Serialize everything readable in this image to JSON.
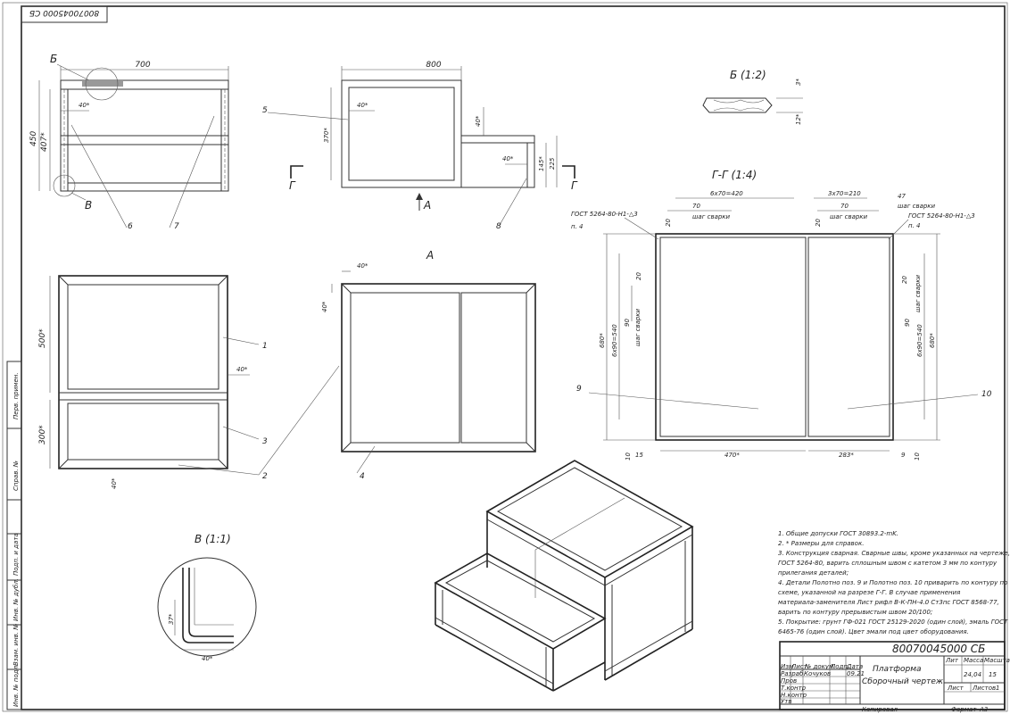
{
  "stamp_top": "80070045000 СБ",
  "views": {
    "front_dim": "700",
    "side_dim": "800",
    "detail_b_title": "Б (1:2)",
    "section_gg_title": "Г-Г (1:4)",
    "view_a_title": "А",
    "detail_v_title": "В (1:1)",
    "label_b": "Б",
    "label_v": "В",
    "label_a": "А",
    "label_g": "Г"
  },
  "dims": {
    "d450": "450",
    "d407": "407*",
    "d40": "40*",
    "d370": "370*",
    "d145": "145*",
    "d225": "225",
    "d500": "500*",
    "d300": "300*",
    "d6x70": "6х70=420",
    "d3x70": "3х70=210",
    "d70": "70",
    "weld_step": "шаг сварки",
    "d20": "20",
    "d47": "47",
    "d680": "680*",
    "d6x90": "6х90=540",
    "d90": "90",
    "d470": "470*",
    "d283": "283*",
    "d10": "10",
    "d15": "15",
    "d9": "9",
    "d37": "37*",
    "d3": "3*",
    "d12": "12*"
  },
  "gost_weld": "ГОСТ 5264-80-Н1-△3",
  "p4": "п. 4",
  "callouts": [
    "1",
    "2",
    "3",
    "4",
    "5",
    "6",
    "7",
    "8",
    "9",
    "10"
  ],
  "notes": [
    "1. Общие допуски ГОСТ 30893.2-mK.",
    "2. * Размеры для справок.",
    "3. Конструкция сварная. Сварные швы, кроме указанных на чертеже, по",
    "ГОСТ 5264-80, варить сплошным швом с катетом 3 мм по контуру",
    "прилегания деталей;",
    "4. Детали Полотно поз. 9 и Полотно поз. 10 приварить по контуру по",
    "схеме, указанной на разрезе Г-Г. В случае применения",
    "материала-заменителя Лист рифл В-К-ПН-4.0 Ст3пс ГОСТ 8568-77,",
    "варить по контуру прерывистым швом 20/100;",
    "5. Покрытие: грунт ГФ-021 ГОСТ 25129-2020 (один слой), эмаль ГОСТ",
    "6465-76 (один слой). Цвет эмали под цвет оборудования."
  ],
  "title_block": {
    "doc_code": "80070045000 СБ",
    "name_line1": "Платформа",
    "name_line2": "Сборочный чертеж",
    "col_lit": "Лит",
    "col_mass": "Масса",
    "col_scale": "Масштаб",
    "mass": "24,04",
    "scale": "15",
    "sheet": "Лист",
    "sheets": "Листов",
    "sheets_count": "1",
    "rows": [
      "Изм",
      "Лист",
      "№ докум.",
      "Подп.",
      "Дата"
    ],
    "razrab": "Разраб",
    "prov": "Пров",
    "tkontr": "Т.контр",
    "nkontr": "Н.контр",
    "utv": "Утв",
    "author": "Кочуков",
    "date": "09.21",
    "copied": "Копировал",
    "format_label": "Формат",
    "format": "А3"
  },
  "side_strip": [
    "Перв. примен.",
    "Справ. №",
    "Подп. и дата",
    "Инв. № дубл.",
    "Взам. инв. №",
    "Подп. и дата",
    "Инв. № подл."
  ]
}
